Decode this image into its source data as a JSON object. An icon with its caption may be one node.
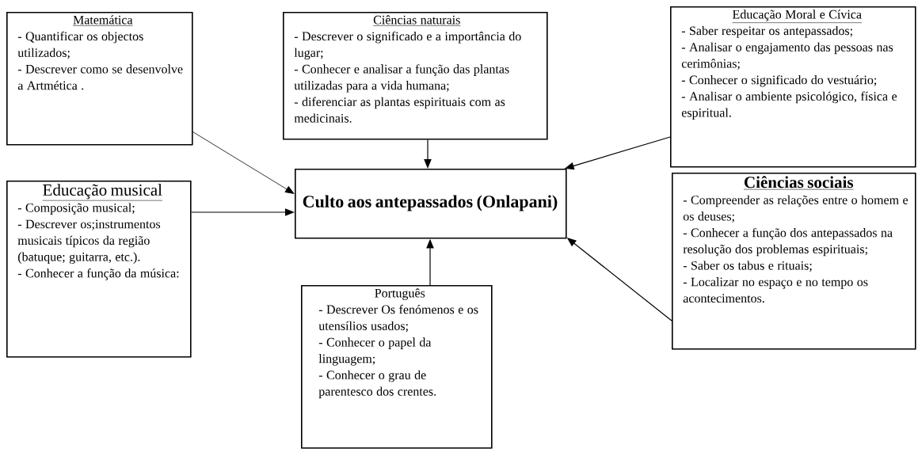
{
  "diagram": {
    "nodes": [
      {
        "text": [
          "Culto aos antepassados (Onlapani)"
        ]
      },
      {
        "text": [
          "Matemática",
          "- Quantificar os objectos utilizados;",
          "- Descrever como se desenvolve a Artmética ."
        ]
      },
      {
        "text": [
          "Ciências naturais",
          "- Descrever o significado e a importância do lugar;",
          "- Conhecer e analisar a função das plantas utilizadas para a vida humana;",
          "- diferenciar as plantas espirituais com as medicinais."
        ]
      },
      {
        "text": [
          "Educação Moral e Cívica",
          "- Saber respeitar os antepassados;",
          "- Analisar o engajamento das pessoas nas cerimônias;",
          "- Conhecer o significado do vestuário;",
          "- Analisar o ambiente psicológico, física e espiritual."
        ]
      },
      {
        "text": [
          "Educação musical",
          "- Composição musical;",
          "- Descrever os;instrumentos musicais típicos da região (batuque; guitarra, etc.).",
          "- Conhecer a função da música:"
        ]
      },
      {
        "text": [
          "Ciências sociais",
          "- Compreender as relações entre o homem e os deuses;",
          "- Conhecer a função dos antepassados na resolução dos problemas espirituais;",
          "- Saber os tabus e rituais;",
          "- Localizar no espaço e no tempo os acontecimentos."
        ]
      },
      {
        "text": [
          "Português",
          "- Descrever Os fenómenos e os utensílios usados;",
          "- Conhecer o papel da linguagem;",
          "- Conhecer o grau de parentesco dos crentes."
        ]
      }
    ],
    "edges": [
      {
        "from": 1,
        "to": 0,
        "arrow": "to"
      },
      {
        "from": 2,
        "to": 0,
        "arrow": "to"
      },
      {
        "from": 3,
        "to": 0,
        "arrow": "to"
      },
      {
        "from": 4,
        "to": 0,
        "arrow": "to"
      },
      {
        "from": 5,
        "to": 0,
        "arrow": "to"
      },
      {
        "from": 6,
        "to": 0,
        "arrow": "to"
      }
    ]
  }
}
